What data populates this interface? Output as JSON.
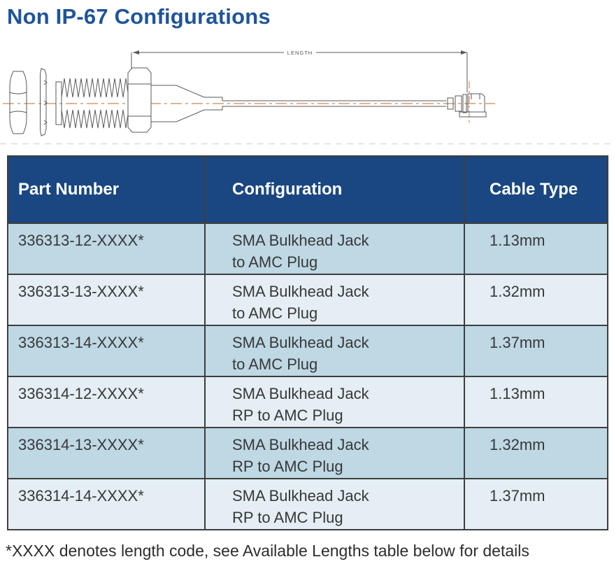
{
  "page": {
    "title": "Non IP-67 Configurations",
    "footnote": "*XXXX denotes length code, see Available Lengths table below for details"
  },
  "diagram": {
    "name": "sma-bulkhead-jack-to-amc-plug-drawing",
    "dimension_label": "LENGTH"
  },
  "table": {
    "headers": {
      "part_number": "Part Number",
      "configuration": "Configuration",
      "cable_type": "Cable Type"
    },
    "rows": [
      {
        "part_number": "336313-12-XXXX*",
        "config_line1": "SMA Bulkhead Jack",
        "config_line2": "to AMC Plug",
        "cable_type": "1.13mm"
      },
      {
        "part_number": "336313-13-XXXX*",
        "config_line1": "SMA Bulkhead Jack",
        "config_line2": "to AMC Plug",
        "cable_type": "1.32mm"
      },
      {
        "part_number": "336313-14-XXXX*",
        "config_line1": "SMA Bulkhead Jack",
        "config_line2": "to AMC Plug",
        "cable_type": "1.37mm"
      },
      {
        "part_number": "336314-12-XXXX*",
        "config_line1": "SMA Bulkhead Jack",
        "config_line2": "RP to AMC Plug",
        "cable_type": "1.13mm"
      },
      {
        "part_number": "336314-13-XXXX*",
        "config_line1": "SMA Bulkhead Jack",
        "config_line2": "RP to AMC Plug",
        "cable_type": "1.32mm"
      },
      {
        "part_number": "336314-14-XXXX*",
        "config_line1": "SMA Bulkhead Jack",
        "config_line2": "RP to AMC Plug",
        "cable_type": "1.37mm"
      }
    ]
  },
  "colors": {
    "title_blue": "#1F5499",
    "header_navy": "#1A4781",
    "row_odd": "#BED8E4",
    "row_even": "#E4EEF4",
    "border_dark": "#3E3E3E",
    "text_dark": "#383838",
    "centerline_orange": "#D99B6F",
    "drawing_stroke": "#5A5A5A"
  }
}
